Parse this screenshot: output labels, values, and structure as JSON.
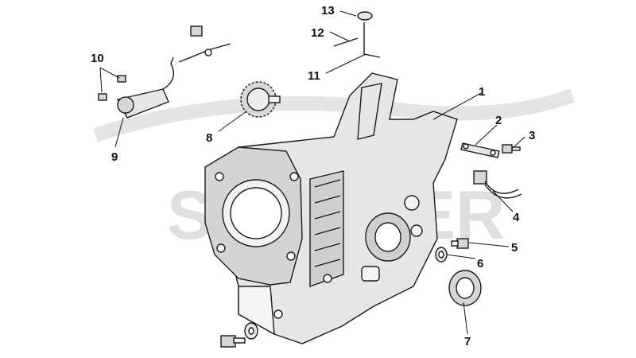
{
  "watermark": {
    "text": "SCOOTER"
  },
  "colors": {
    "part_fill": "#e6e6e6",
    "part_shade": "#bdbdbd",
    "outline": "#1a1a1a",
    "watermark": "#dcdcdc"
  },
  "callouts": [
    {
      "id": "c1",
      "label": "1"
    },
    {
      "id": "c2",
      "label": "2"
    },
    {
      "id": "c3",
      "label": "3"
    },
    {
      "id": "c4",
      "label": "4"
    },
    {
      "id": "c5",
      "label": "5"
    },
    {
      "id": "c6",
      "label": "6"
    },
    {
      "id": "c7",
      "label": "7"
    },
    {
      "id": "c8",
      "label": "8"
    },
    {
      "id": "c9",
      "label": "9"
    },
    {
      "id": "c10",
      "label": "10"
    },
    {
      "id": "c11",
      "label": "11"
    },
    {
      "id": "c12",
      "label": "12"
    },
    {
      "id": "c13",
      "label": "13"
    }
  ]
}
